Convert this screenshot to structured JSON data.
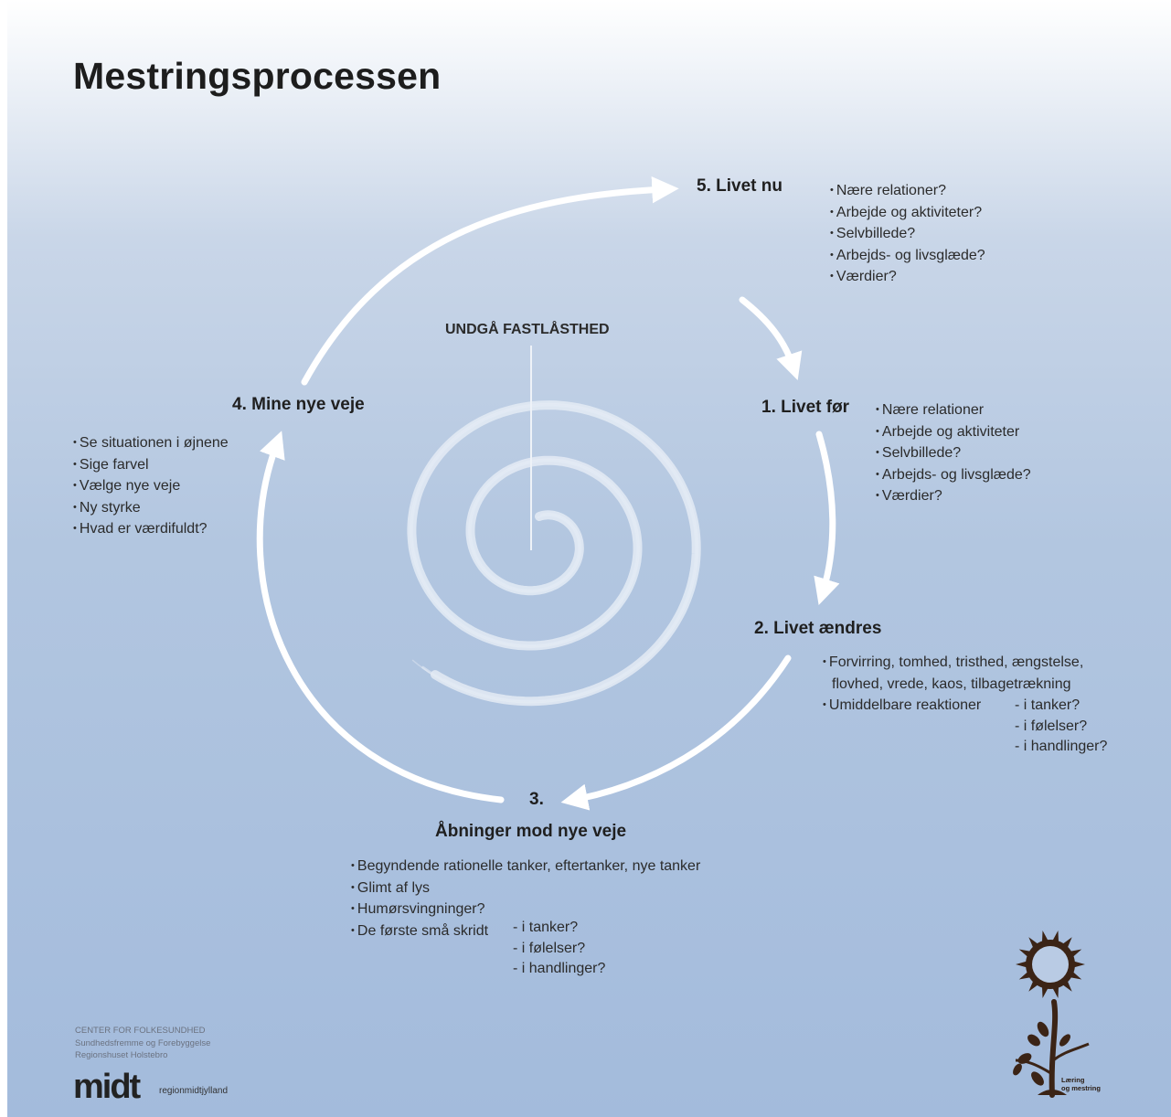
{
  "title": "Mestringsprocessen",
  "center_label": "UNDGÅ FASTLÅSTHED",
  "steps": {
    "s5": {
      "label": "5. Livet nu",
      "items": [
        "Nære relationer?",
        "Arbejde og aktiviteter?",
        "Selvbillede?",
        "Arbejds- og livsglæde?",
        "Værdier?"
      ]
    },
    "s1": {
      "label": "1. Livet før",
      "items": [
        "Nære relationer",
        "Arbejde og aktiviteter",
        "Selvbillede?",
        "Arbejds- og livsglæde?",
        "Værdier?"
      ]
    },
    "s2": {
      "label": "2. Livet ændres",
      "items": [
        "Forvirring, tomhed, tristhed, ængstelse,",
        "flovhed, vrede, kaos, tilbagetrækning",
        "Umiddelbare reaktioner"
      ],
      "sub": [
        "i tanker?",
        "i følelser?",
        "i handlinger?"
      ]
    },
    "s3": {
      "number": "3.",
      "label": "Åbninger mod nye veje",
      "items": [
        "Begyndende rationelle tanker, eftertanker, nye tanker",
        "Glimt af lys",
        "Humørsvingninger?",
        "De første små skridt"
      ],
      "sub": [
        "i tanker?",
        "i følelser?",
        "i handlinger?"
      ]
    },
    "s4": {
      "label": "4. Mine nye veje",
      "items": [
        "Se situationen i øjnene",
        "Sige farvel",
        "Vælge nye veje",
        "Ny styrke",
        "Hvad er værdifuldt?"
      ]
    }
  },
  "footer": {
    "org_lines": [
      "CENTER FOR FOLKESUNDHED",
      "Sundhedsfremme og Forebyggelse",
      "Regionshuset Holstebro"
    ],
    "logo": "midt",
    "region": "regionmidtjylland",
    "logo_right_line1": "Læring",
    "logo_right_line2": "og mestring"
  },
  "colors": {
    "arrow": "#ffffff",
    "spiral": "#e4ebf5",
    "sun": "#3b2416",
    "text": "#2b2b2b"
  },
  "icons": [
    "sun-flower-icon"
  ]
}
